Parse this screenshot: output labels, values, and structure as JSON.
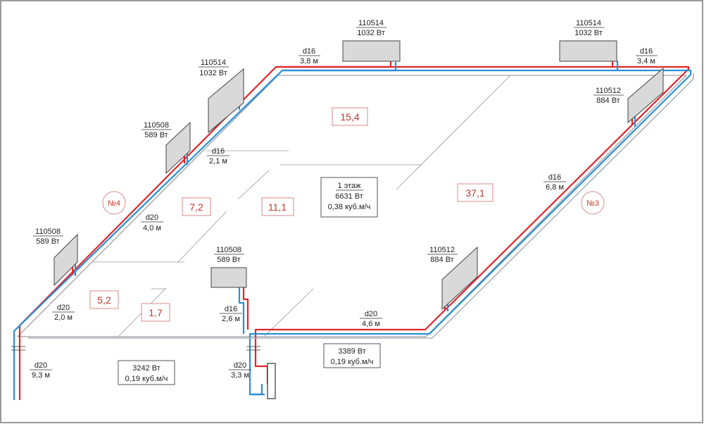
{
  "floor": {
    "title": "1 этаж",
    "power": "6631 Вт",
    "flow": "0,38 куб.м/ч"
  },
  "rooms": [
    {
      "id": "r154",
      "label": "15,4"
    },
    {
      "id": "r371",
      "label": "37,1"
    },
    {
      "id": "r72",
      "label": "7,2"
    },
    {
      "id": "r111",
      "label": "11,1"
    },
    {
      "id": "r52",
      "label": "5,2"
    },
    {
      "id": "r17",
      "label": "1,7"
    }
  ],
  "circuits": [
    {
      "id": "c4",
      "label": "№4"
    },
    {
      "id": "c3",
      "label": "№3"
    }
  ],
  "radiators": [
    {
      "id": "rad-top-center",
      "model": "110514",
      "power": "1032 Вт"
    },
    {
      "id": "rad-top-right",
      "model": "110514",
      "power": "1032 Вт"
    },
    {
      "id": "rad-left-upper",
      "model": "110514",
      "power": "1032 Вт"
    },
    {
      "id": "rad-left-mid",
      "model": "110508",
      "power": "589 Вт"
    },
    {
      "id": "rad-right-upper",
      "model": "110512",
      "power": "884 Вт"
    },
    {
      "id": "rad-left-lower",
      "model": "110508",
      "power": "589 Вт"
    },
    {
      "id": "rad-center",
      "model": "110508",
      "power": "589 Вт"
    },
    {
      "id": "rad-right-lower",
      "model": "110512",
      "power": "884 Вт"
    }
  ],
  "pipes": [
    {
      "id": "p-top",
      "d": "d16",
      "len": "3,8 м"
    },
    {
      "id": "p-top-right",
      "d": "d16",
      "len": "3,4 м"
    },
    {
      "id": "p-inner",
      "d": "d16",
      "len": "2,1 м"
    },
    {
      "id": "p-left",
      "d": "d20",
      "len": "4,0 м"
    },
    {
      "id": "p-right",
      "d": "d16",
      "len": "6,8 м"
    },
    {
      "id": "p-left-low",
      "d": "d20",
      "len": "2,0 м"
    },
    {
      "id": "p-center",
      "d": "d16",
      "len": "2,6 м"
    },
    {
      "id": "p-bottom",
      "d": "d20",
      "len": "4,6 м"
    },
    {
      "id": "p-riser-left",
      "d": "d20",
      "len": "9,3 м"
    },
    {
      "id": "p-riser-right",
      "d": "d20",
      "len": "3,3 м"
    }
  ],
  "summaries": [
    {
      "id": "sum-left",
      "power": "3242 Вт",
      "flow": "0,19 куб.м/ч"
    },
    {
      "id": "sum-right",
      "power": "3389 Вт",
      "flow": "0,19 куб.м/ч"
    }
  ],
  "colors": {
    "supply": "#e0262b",
    "return": "#2a8fd8",
    "room_label": "#c0392b"
  }
}
